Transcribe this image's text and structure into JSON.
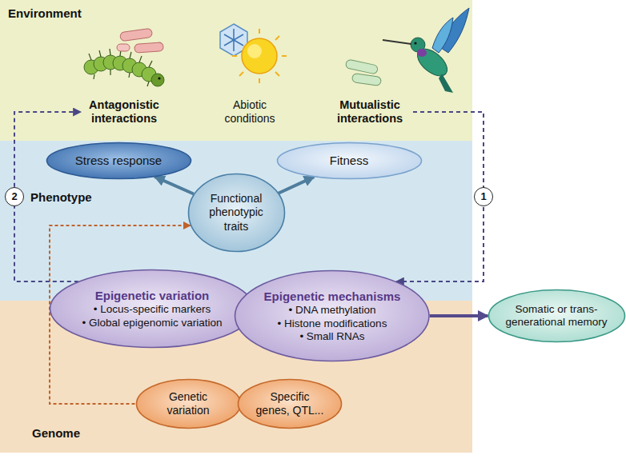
{
  "diagram": {
    "nodes": [
      {
        "text": [
          "Environment"
        ]
      },
      {
        "text": [
          "Antagonistic interactions"
        ],
        "in": 0
      },
      {
        "text": [
          "Abiotic conditions"
        ],
        "in": 0
      },
      {
        "text": [
          "Mutualistic interactions"
        ],
        "in": 0
      },
      {
        "text": [
          "Phenotype"
        ]
      },
      {
        "text": [
          "Stress response"
        ],
        "in": 4
      },
      {
        "text": [
          "Fitness"
        ],
        "in": 4
      },
      {
        "text": [
          "Functional phenotypic traits"
        ],
        "in": 4
      },
      {
        "text": [
          "Epigenetic variation",
          "• Locus-specific markers",
          "• Global epigenomic variation"
        ]
      },
      {
        "text": [
          "Epigenetic mechanisms",
          "• DNA methylation",
          "• Histone modifications",
          "• Small RNAs"
        ]
      },
      {
        "text": [
          "Somatic or trans-generational memory"
        ]
      },
      {
        "text": [
          "Genome"
        ]
      },
      {
        "text": [
          "Genetic variation"
        ],
        "in": 11
      },
      {
        "text": [
          "Specific genes, QTL..."
        ],
        "in": 11
      }
    ],
    "edges": [
      {
        "from": 7,
        "to": 5,
        "arrow": "to"
      },
      {
        "from": 7,
        "to": 6,
        "arrow": "to"
      },
      {
        "from": 9,
        "to": 10,
        "arrow": "to"
      },
      {
        "from": 12,
        "to": 7,
        "arrow": "to"
      },
      {
        "from": 3,
        "to": 9,
        "arrow": "to",
        "label": "1"
      },
      {
        "from": 8,
        "to": 1,
        "arrow": "to",
        "label": "2"
      }
    ]
  }
}
